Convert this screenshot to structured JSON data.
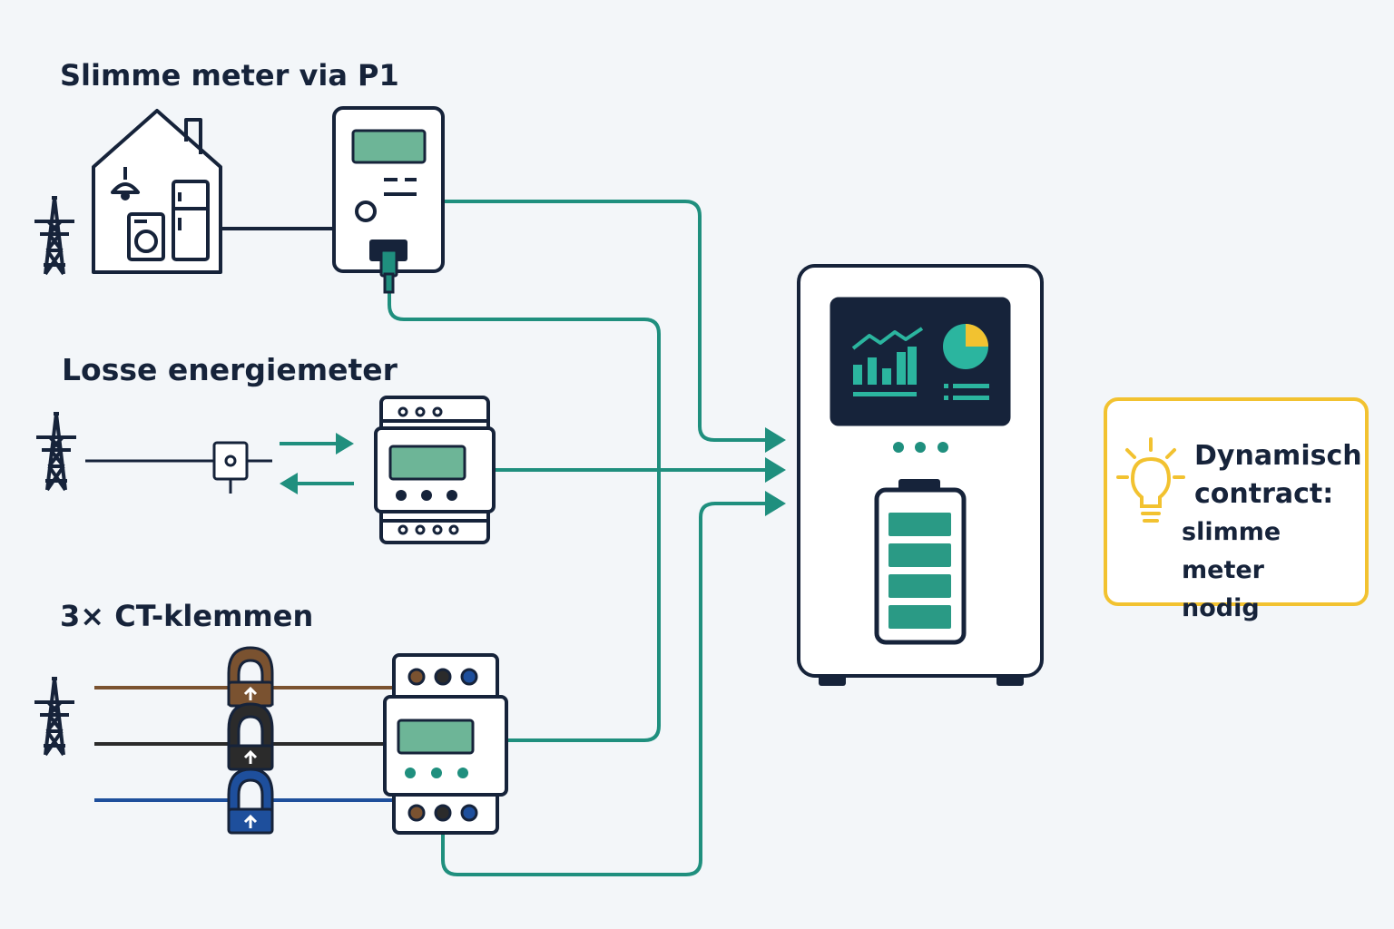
{
  "sections": {
    "p1_title": "Slimme meter via P1",
    "energy_meter_title": "Losse energiemeter",
    "ct_title": "3× CT-klemmen"
  },
  "note": {
    "line1": "Dynamisch",
    "line2": "contract:",
    "line3": "slimme meter",
    "line4": "nodig"
  },
  "colors": {
    "teal": "#1f8f7e",
    "navy": "#16233a",
    "screen_green": "#6db597",
    "yellow": "#f2c230",
    "brown": "#7a5230",
    "black": "#2b2b2b",
    "blue": "#1e4f9c"
  }
}
